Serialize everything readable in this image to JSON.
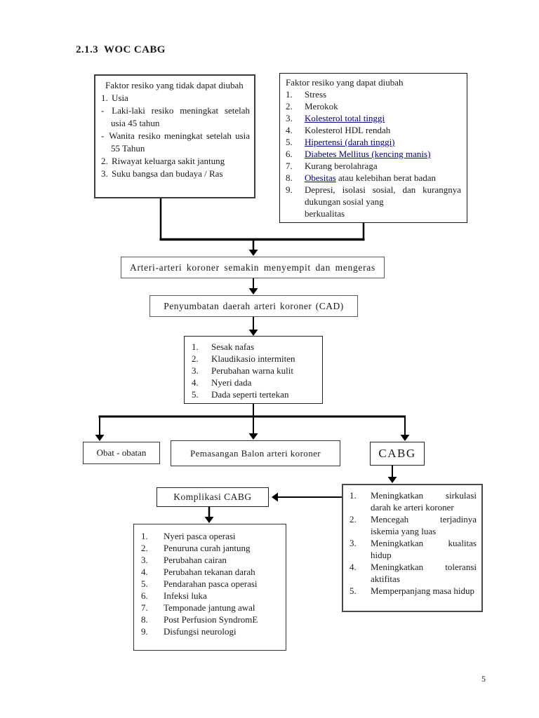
{
  "theme": {
    "link_color": "#00008B",
    "text_color": "#1a1a1a"
  },
  "title": "2.1.3  WOC CABG",
  "page_number": "5",
  "risk_unchangeable": {
    "title": "Faktor resiko yang tidak dapat diubah",
    "items": [
      {
        "marker": "1.",
        "text": "Usia"
      },
      {
        "marker": "-",
        "text": "Laki-laki resiko meningkat setelah usia 45 tahun"
      },
      {
        "marker": "-",
        "text": "Wanita resiko meningkat setelah usia 55 Tahun"
      },
      {
        "marker": "2.",
        "text": "Riwayat keluarga sakit jantung"
      },
      {
        "marker": "3.",
        "text": "Suku bangsa dan budaya / Ras"
      }
    ]
  },
  "risk_changeable": {
    "title": "Faktor resiko yang dapat diubah",
    "items": [
      {
        "marker": "1.",
        "text": "Stress"
      },
      {
        "marker": "2.",
        "text": "Merokok"
      },
      {
        "marker": "3.",
        "text": "Kolesterol total tinggi",
        "is_link": true
      },
      {
        "marker": "4.",
        "text": "Kolesterol HDL rendah"
      },
      {
        "marker": "5.",
        "text": "Hipertensi (darah tinggi)",
        "is_link": true
      },
      {
        "marker": "6.",
        "text": "Diabetes Mellitus (kencing manis)",
        "is_link": true
      },
      {
        "marker": "7.",
        "text": "Kurang berolahraga"
      },
      {
        "marker": "8.",
        "link_text": "Obesitas",
        "rest_text": " atau kelebihan berat badan"
      },
      {
        "marker": "9.",
        "text": "Depresi, isolasi sosial, dan kurangnya dukungan sosial yang"
      }
    ],
    "clipped_text": "berkualitas"
  },
  "flow": {
    "narrowing": "Arteri-arteri koroner semakin menyempit dan mengeras",
    "cad": "Penyumbatan daerah arteri koroner (CAD)"
  },
  "symptoms": {
    "items": [
      {
        "marker": "1.",
        "text": "Sesak nafas"
      },
      {
        "marker": "2.",
        "text": "Klaudikasio intermiten"
      },
      {
        "marker": "3.",
        "text": "Perubahan warna kulit"
      },
      {
        "marker": "4.",
        "text": "Nyeri dada"
      },
      {
        "marker": "5.",
        "text": "Dada seperti tertekan"
      }
    ]
  },
  "treatments": {
    "medication": "Obat - obatan",
    "balloon": "Pemasangan Balon arteri koroner",
    "cabg": "CABG"
  },
  "benefits": {
    "items": [
      {
        "marker": "1.",
        "text": "Meningkatkan sirkulasi darah ke arteri koroner"
      },
      {
        "marker": "2.",
        "text": "Mencegah terjadinya iskemia yang luas"
      },
      {
        "marker": "3.",
        "text": "Meningkatkan kualitas hidup"
      },
      {
        "marker": "4.",
        "text": "Meningkatkan toleransi aktifitas"
      },
      {
        "marker": "5.",
        "text": "Memperpanjang masa hidup"
      }
    ]
  },
  "complication_label": "Komplikasi CABG",
  "complications": {
    "items": [
      {
        "marker": "1.",
        "text": "Nyeri pasca operasi"
      },
      {
        "marker": "2.",
        "text": "Penuruna curah jantung"
      },
      {
        "marker": "3.",
        "text": "Perubahan cairan"
      },
      {
        "marker": "4.",
        "text": "Perubahan tekanan darah"
      },
      {
        "marker": "5.",
        "text": "Pendarahan pasca operasi"
      },
      {
        "marker": "6.",
        "text": "Infeksi luka"
      },
      {
        "marker": "7.",
        "text": "Temponade jantung awal"
      },
      {
        "marker": "8.",
        "text": "Post Perfusion SyndromE"
      },
      {
        "marker": "9.",
        "text": "Disfungsi neurologi"
      }
    ]
  }
}
